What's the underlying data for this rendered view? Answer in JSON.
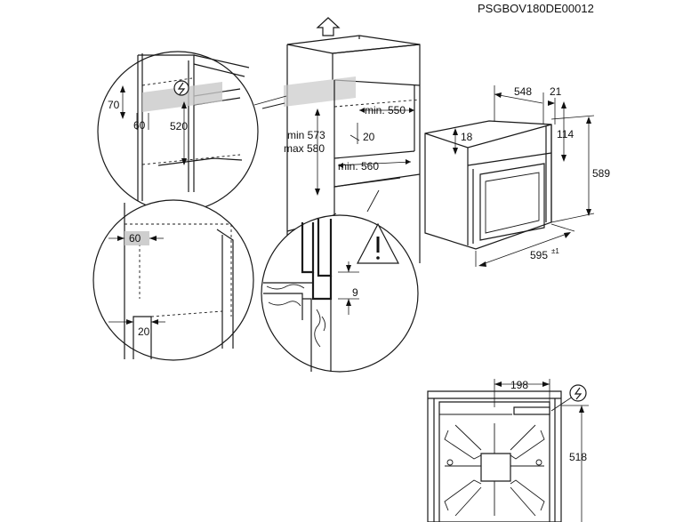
{
  "document_code": "PSGBOV180DE00012",
  "detail_top": {
    "dim_70": "70",
    "dim_60": "60",
    "dim_520": "520"
  },
  "detail_left": {
    "dim_60": "60",
    "dim_20": "20"
  },
  "cabinet": {
    "min_550": "min. 550",
    "dim_20": "20",
    "min_560": "min. 560",
    "min_573": "min 573",
    "max_580": "max 580"
  },
  "detail_bottom": {
    "dim_9": "9"
  },
  "oven": {
    "dim_548": "548",
    "dim_21": "21",
    "dim_18": "18",
    "dim_114": "114",
    "dim_589": "589",
    "dim_595": "595",
    "tolerance": "±1"
  },
  "rear_view": {
    "dim_198": "198",
    "dim_518": "518"
  },
  "icons": [
    "arrow-up-icon",
    "electric-connection-icon",
    "warning-triangle-icon"
  ]
}
